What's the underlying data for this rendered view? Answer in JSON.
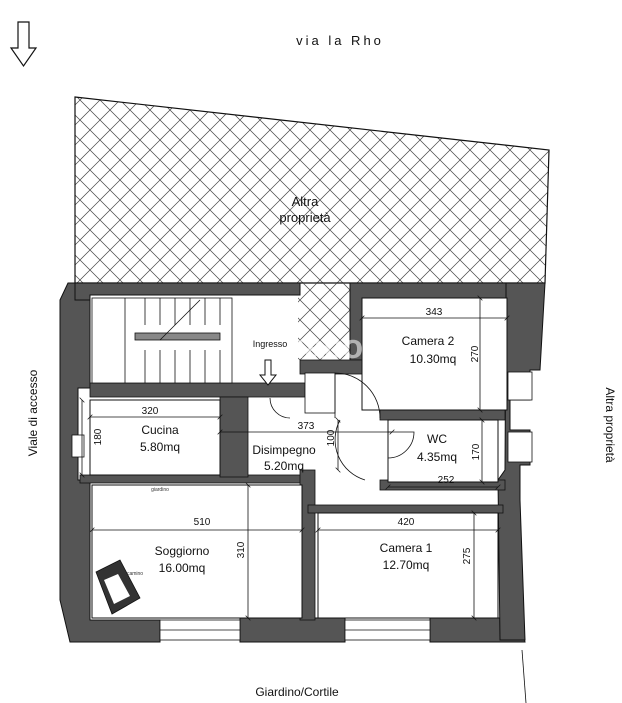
{
  "street_top": "via la Rho",
  "street_left": "Viale di accesso",
  "property_right": "Altra proprietà",
  "courtyard_bottom": "Giardino/Cortile",
  "other_property": {
    "line1": "Altra",
    "line2": "proprietà"
  },
  "entrance": "Ingresso",
  "watermark": "ovaiaco",
  "rooms": {
    "cucina": {
      "name": "Cucina",
      "area": "5.80mq"
    },
    "disimpegno": {
      "name": "Disimpegno",
      "area": "5.20mq"
    },
    "camera2": {
      "name": "Camera 2",
      "area": "10.30mq"
    },
    "wc": {
      "name": "WC",
      "area": "4.35mq"
    },
    "soggiorno": {
      "name": "Soggiorno",
      "area": "16.00mq"
    },
    "camera1": {
      "name": "Camera 1",
      "area": "12.70mq"
    }
  },
  "dimensions": {
    "camera2_width": "343",
    "camera2_height": "270",
    "cucina_width": "320",
    "cucina_height": "180",
    "disimpegno_width": "373",
    "disimpegno_height": "100",
    "wc_height": "170",
    "wc_width": "252",
    "soggiorno_width": "510",
    "soggiorno_height": "310",
    "camera1_width": "420",
    "camera1_height": "275"
  },
  "small_labels": {
    "giardino": "giardino",
    "camino": "camino"
  },
  "colors": {
    "wall": "#555555",
    "hatch": "#444444",
    "line": "#111111",
    "background": "#ffffff"
  }
}
